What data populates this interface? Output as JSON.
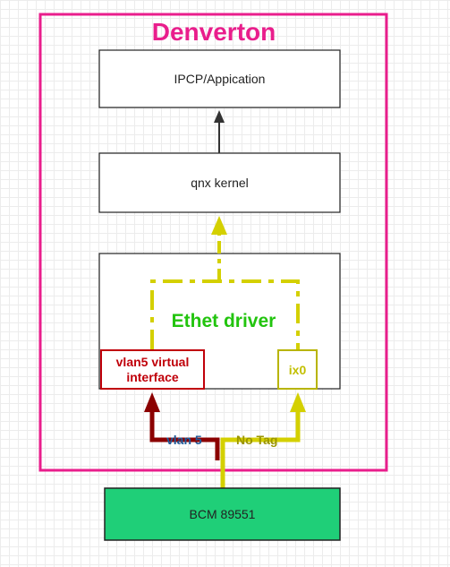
{
  "container": {
    "title": "Denverton",
    "border_color": "#e91e8c"
  },
  "blocks": {
    "ipcp": "IPCP/Appication",
    "qnx": "qnx kernel",
    "driver": "Ethet driver",
    "vlan5_interface": "vlan5 virtual\ninterface",
    "ix0": "ix0",
    "bcm": "BCM 89551"
  },
  "edges": {
    "vlan_label": "vlan 5",
    "notag_label": "No Tag"
  },
  "colors": {
    "bcm_fill": "#1fcf78",
    "vlan_path": "#8b0000",
    "notag_path": "#d4d000",
    "driver_text": "#22c40e",
    "interface_text": "#c0000a",
    "arrow_dark": "#333333"
  }
}
